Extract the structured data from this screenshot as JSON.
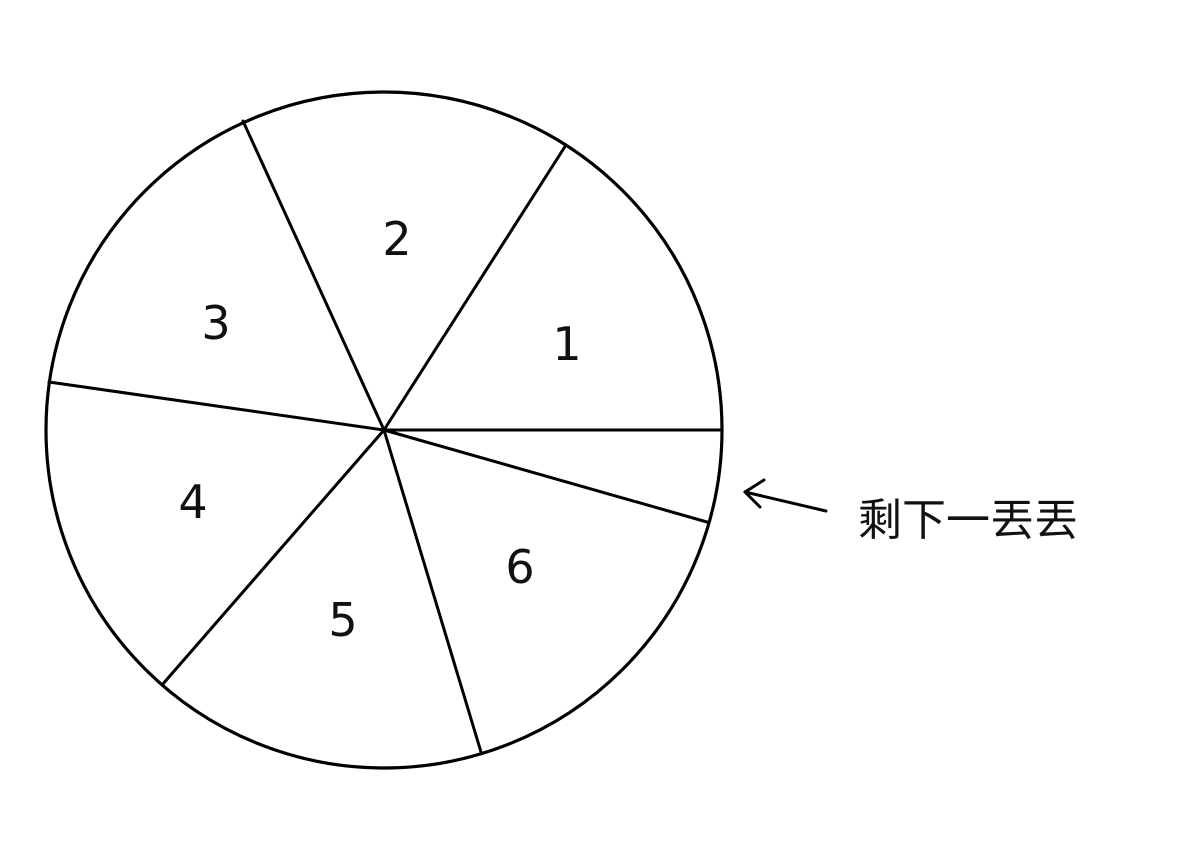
{
  "pie": {
    "sector_labels": [
      "1",
      "2",
      "3",
      "4",
      "5",
      "6"
    ],
    "leftover_label": "剩下一丟丟"
  },
  "colors": {
    "stroke": "#000000",
    "text": "#111111",
    "background": "#ffffff"
  }
}
